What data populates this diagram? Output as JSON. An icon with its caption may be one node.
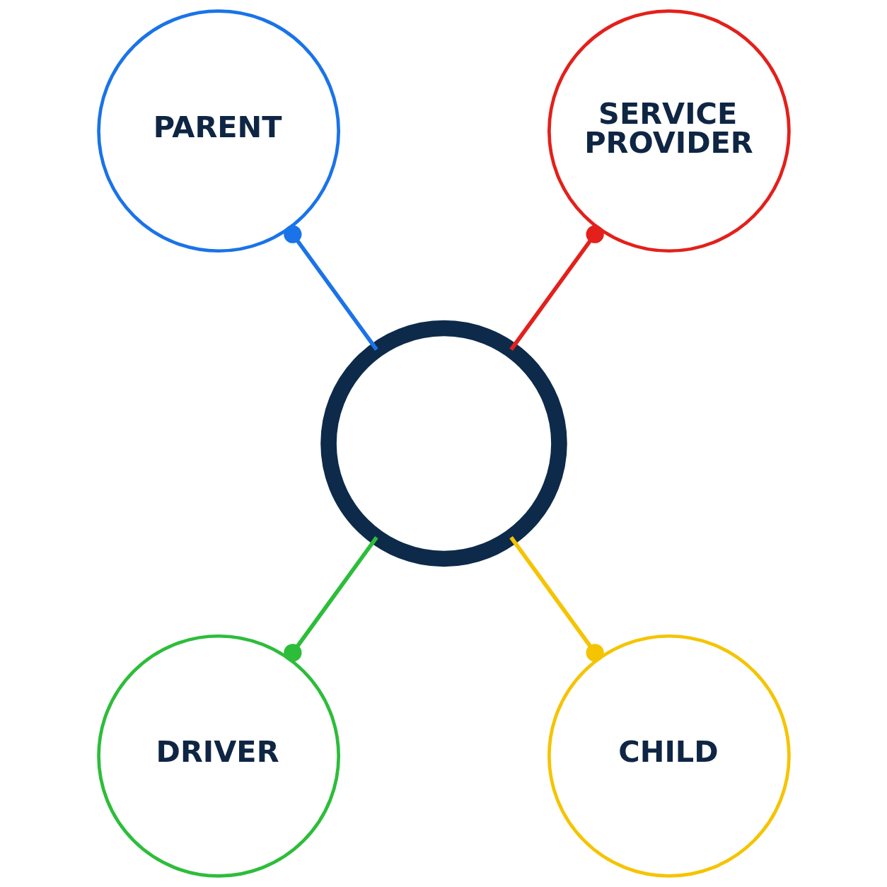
{
  "diagram": {
    "nodes": [
      {
        "text": [
          "PARENT"
        ]
      },
      {
        "text": [
          "SERVICE PROVIDER"
        ]
      },
      {
        "text": [],
        "shape": "circle"
      },
      {
        "text": [
          "DRIVER"
        ]
      },
      {
        "text": [
          "CHILD"
        ]
      }
    ],
    "edges": [
      {
        "from": 2,
        "to": 0,
        "arrow": "other",
        "color": "#1a73e8"
      },
      {
        "from": 2,
        "to": 1,
        "arrow": "other",
        "color": "#e3201b"
      },
      {
        "from": 2,
        "to": 3,
        "arrow": "other",
        "color": "#2dbd3a"
      },
      {
        "from": 2,
        "to": 4,
        "arrow": "other",
        "color": "#f5c400"
      }
    ]
  }
}
